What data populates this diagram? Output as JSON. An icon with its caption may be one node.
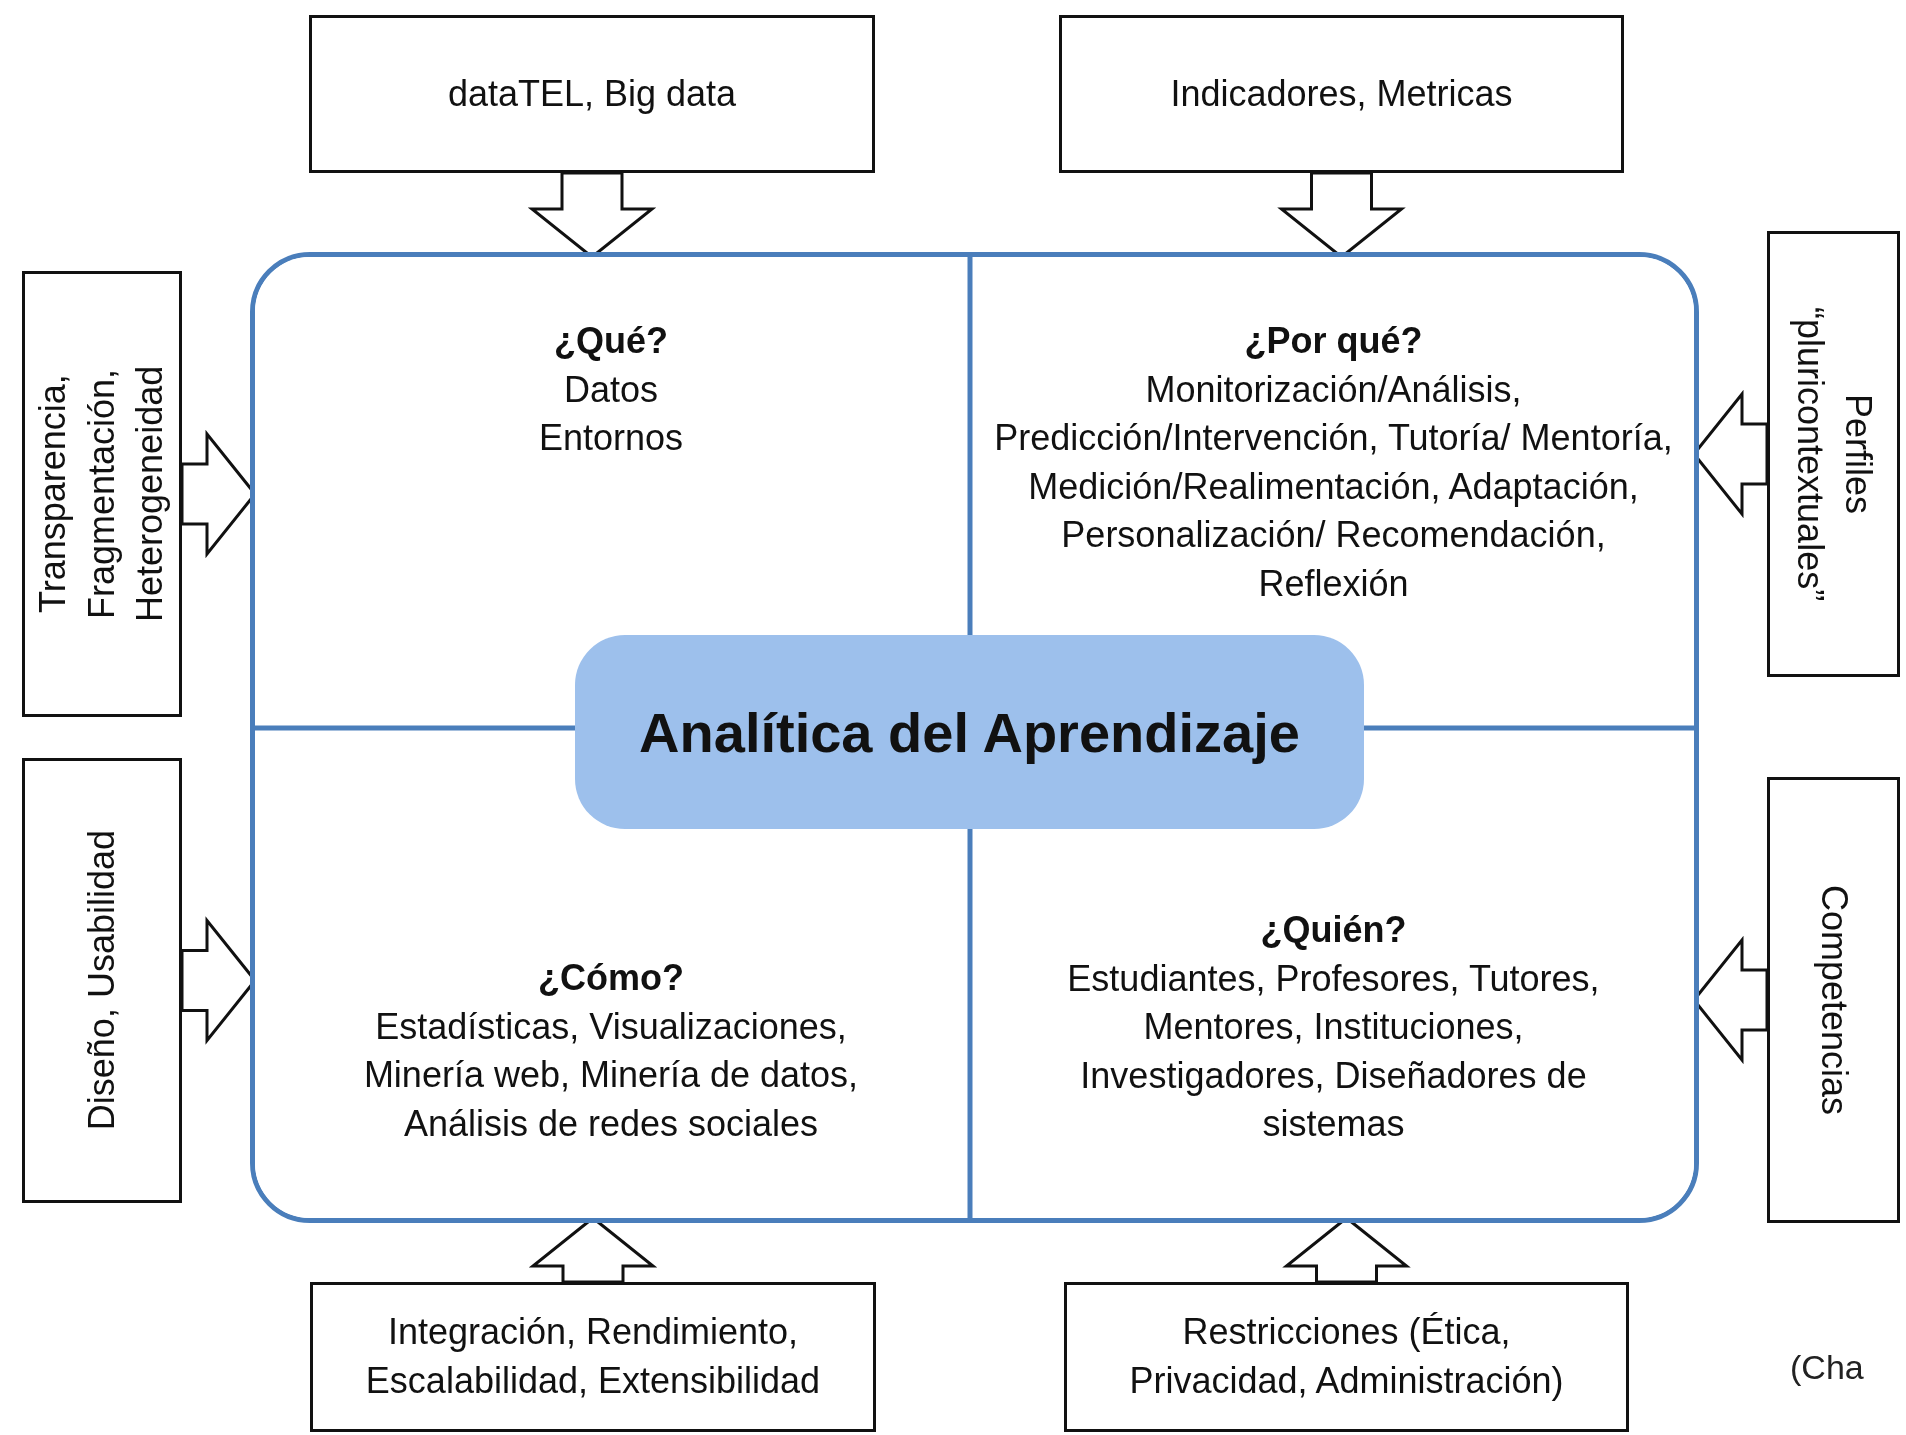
{
  "diagram": {
    "nodes": [
      {
        "text": [
          "dataTEL, Big data"
        ]
      },
      {
        "text": [
          "Indicadores, Metricas"
        ]
      },
      {
        "text": [
          "Transparencia, Fragmentación, Heterogeneidad"
        ]
      },
      {
        "text": [
          "Diseño, Usabilidad"
        ]
      },
      {
        "text": [
          "Perfiles “pluricontextuales”"
        ]
      },
      {
        "text": [
          "Competencias"
        ]
      },
      {
        "text": [
          "Integración, Rendimiento, Escalabilidad, Extensibilidad"
        ]
      },
      {
        "text": [
          "Restricciones (Ética, Privacidad, Administración)"
        ]
      },
      {
        "text": [],
        "shape": "box"
      },
      {
        "text": [
          "¿Qué?",
          "Datos Entornos"
        ],
        "in": 8
      },
      {
        "text": [
          "¿Por qué?",
          "Monitorización/Análisis, Predicción/Intervención, Tutoría/ Mentoría, Medición/Realimentación, Adaptación, Personalización/ Recomendación, Reflexión"
        ],
        "in": 8
      },
      {
        "text": [
          "¿Cómo?",
          "Estadísticas, Visualizaciones, Minería web, Minería de datos, Análisis de redes sociales"
        ],
        "in": 8
      },
      {
        "text": [
          "¿Quién?",
          "Estudiantes, Profesores, Tutores, Mentores, Instituciones, Investigadores, Diseñadores de sistemas"
        ],
        "in": 8
      },
      {
        "text": [
          "Analítica del Aprendizaje"
        ],
        "in": 8
      }
    ],
    "edges": [
      {
        "from": 0,
        "to": 9,
        "arrow": "to"
      },
      {
        "from": 1,
        "to": 10,
        "arrow": "to"
      },
      {
        "from": 2,
        "to": 9,
        "arrow": "to"
      },
      {
        "from": 3,
        "to": 11,
        "arrow": "to"
      },
      {
        "from": 4,
        "to": 10,
        "arrow": "to"
      },
      {
        "from": 5,
        "to": 12,
        "arrow": "to"
      },
      {
        "from": 6,
        "to": 11,
        "arrow": "to"
      },
      {
        "from": 7,
        "to": 12,
        "arrow": "to"
      }
    ],
    "labels": [
      "(Cha"
    ]
  }
}
